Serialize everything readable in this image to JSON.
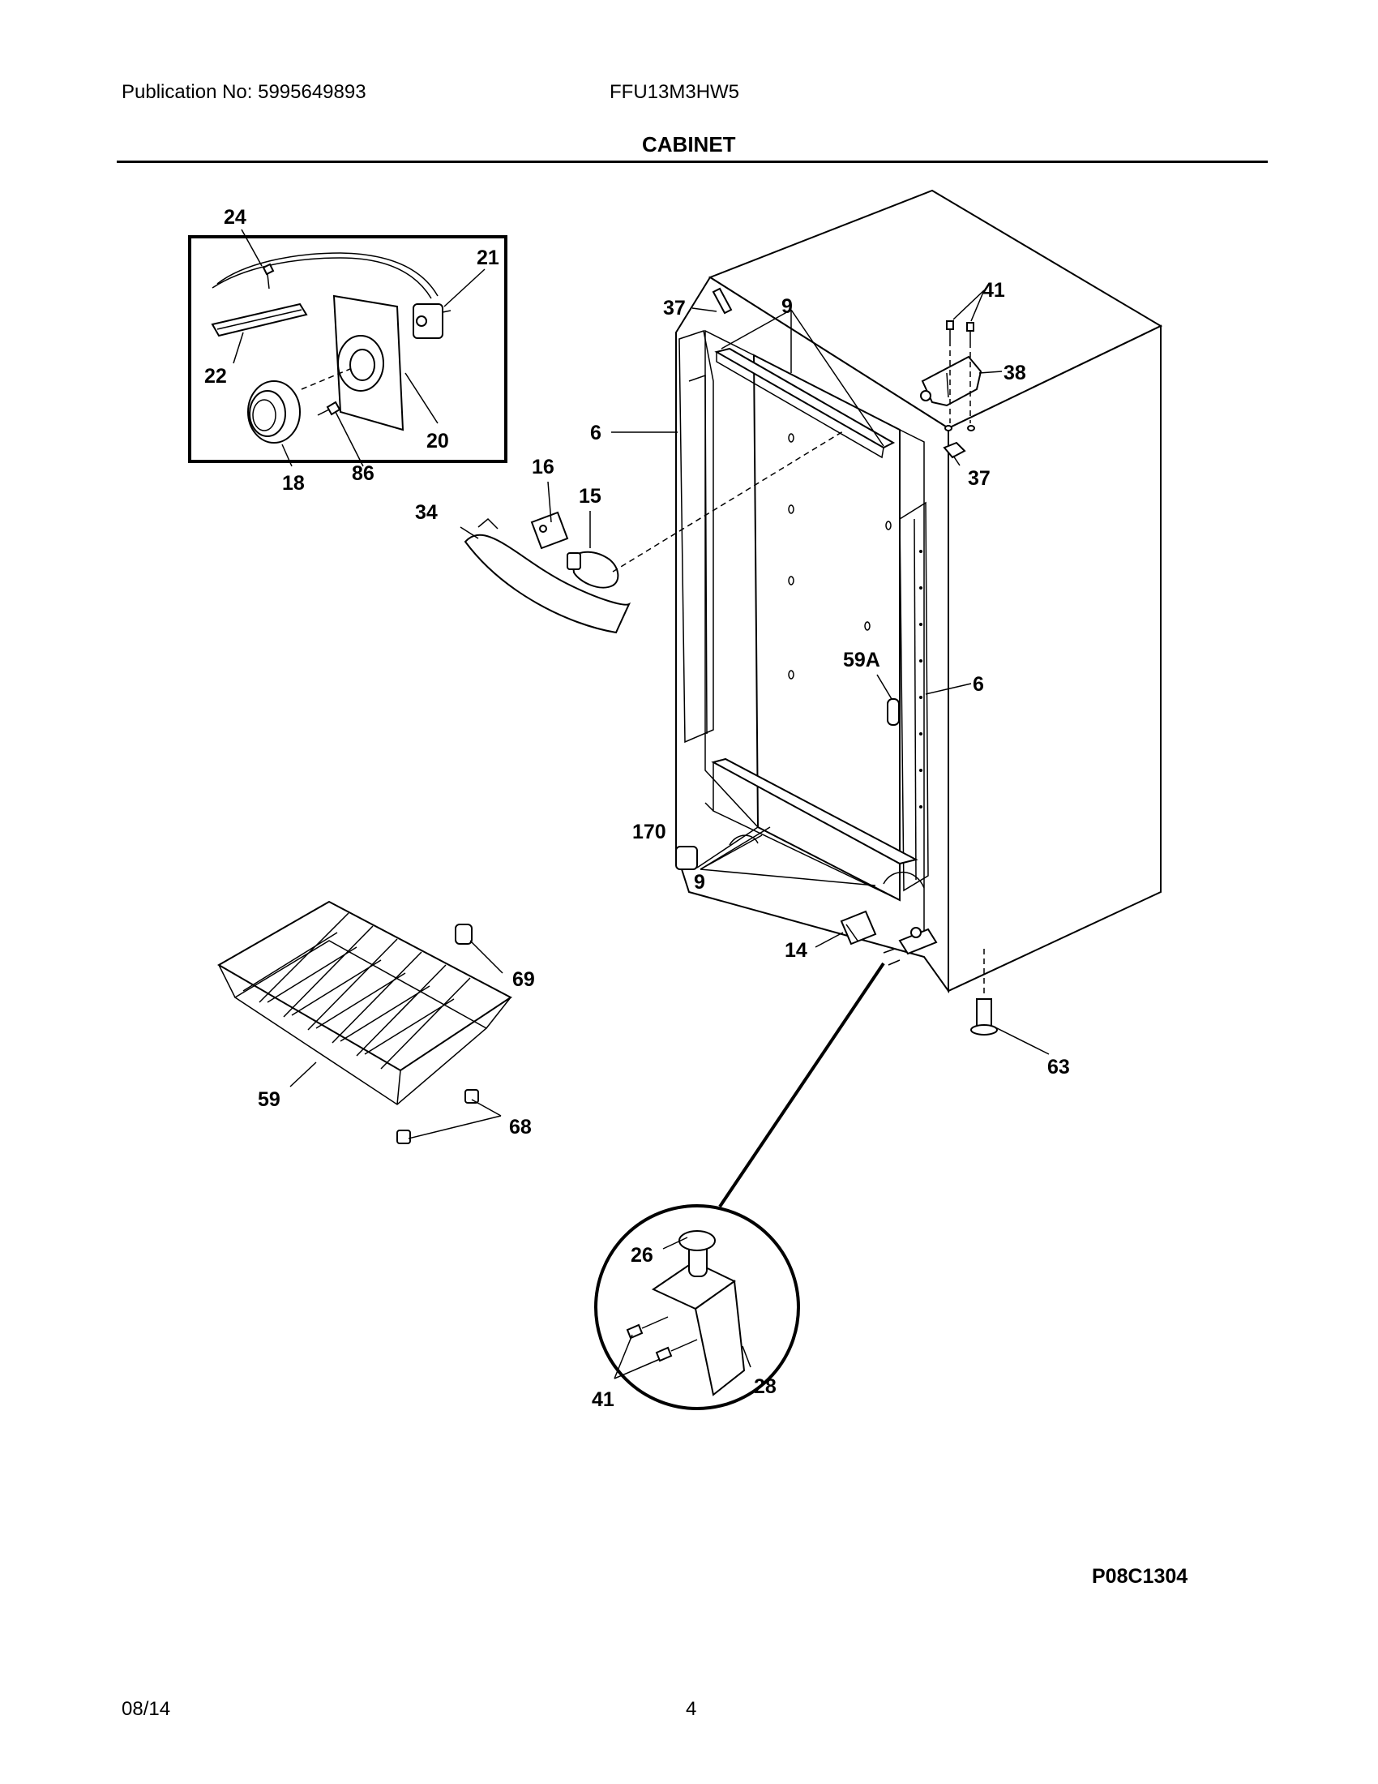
{
  "header": {
    "publication": "Publication No: 5995649893",
    "model": "FFU13M3HW5",
    "section_title": "CABINET"
  },
  "callouts": {
    "c24": "24",
    "c21": "21",
    "c22": "22",
    "c20": "20",
    "c18": "18",
    "c86": "86",
    "c16": "16",
    "c15": "15",
    "c34": "34",
    "c6a": "6",
    "c6b": "6",
    "c37a": "37",
    "c37b": "37",
    "c9a": "9",
    "c9b": "9",
    "c41a": "41",
    "c38": "38",
    "c59A": "59A",
    "c170": "170",
    "c14": "14",
    "c69": "69",
    "c59": "59",
    "c68": "68",
    "c63": "63",
    "c26": "26",
    "c41b": "41",
    "c28": "28"
  },
  "diagram_code": "P08C1304",
  "footer": {
    "date": "08/14",
    "page": "4"
  }
}
